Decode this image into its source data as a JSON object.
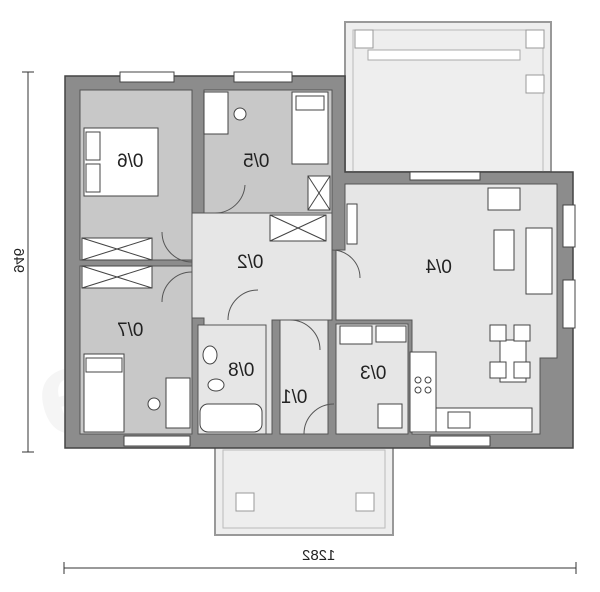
{
  "rooms": {
    "r01": "0/1",
    "r02": "0/2",
    "r03": "0/3",
    "r04": "0/4",
    "r05": "0/5",
    "r06": "0/6",
    "r07": "0/7",
    "r08": "0/8"
  },
  "dimensions": {
    "width": "1282",
    "height": "946"
  },
  "watermark": "extradom",
  "colors": {
    "wall": "#8c8c8c",
    "room_dark": "#c8c8c8",
    "room_light": "#e6e6e6",
    "terrace": "#eeeeee",
    "line": "#444444"
  }
}
